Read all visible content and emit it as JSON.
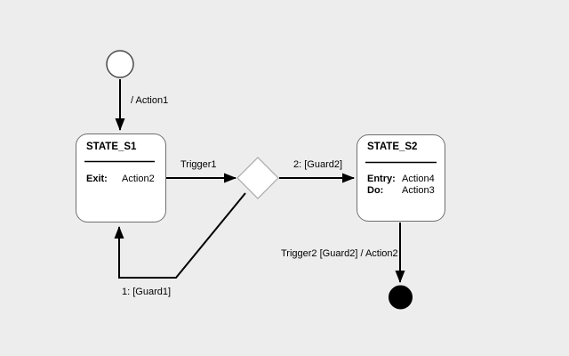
{
  "diagram": {
    "type": "uml-state-machine",
    "colors": {
      "background": "#ededed",
      "node_fill": "#ffffff",
      "node_border": "#6f6f6f",
      "choice_border": "#a8a8a8",
      "edge": "#000000",
      "final_fill": "#000000",
      "text": "#000000"
    },
    "nodes": {
      "initial": {
        "kind": "initial-pseudostate"
      },
      "state_s1": {
        "title": "STATE_S1",
        "rows": [
          {
            "label": "Exit:",
            "value": "Action2"
          }
        ]
      },
      "choice": {
        "kind": "choice-pseudostate"
      },
      "state_s2": {
        "title": "STATE_S2",
        "rows": [
          {
            "label": "Entry:",
            "value": "Action4"
          },
          {
            "label": "Do:",
            "value": "Action3"
          }
        ]
      },
      "final": {
        "kind": "final-state"
      }
    },
    "transitions": [
      {
        "from": "initial",
        "to": "state_s1",
        "label": "/ Action1"
      },
      {
        "from": "state_s1",
        "to": "choice",
        "label": "Trigger1"
      },
      {
        "from": "choice",
        "to": "state_s2",
        "label": "2: [Guard2]"
      },
      {
        "from": "choice",
        "to": "state_s1",
        "label": "1: [Guard1]"
      },
      {
        "from": "state_s2",
        "to": "final",
        "label": "Trigger2 [Guard2] / Action2"
      }
    ]
  }
}
